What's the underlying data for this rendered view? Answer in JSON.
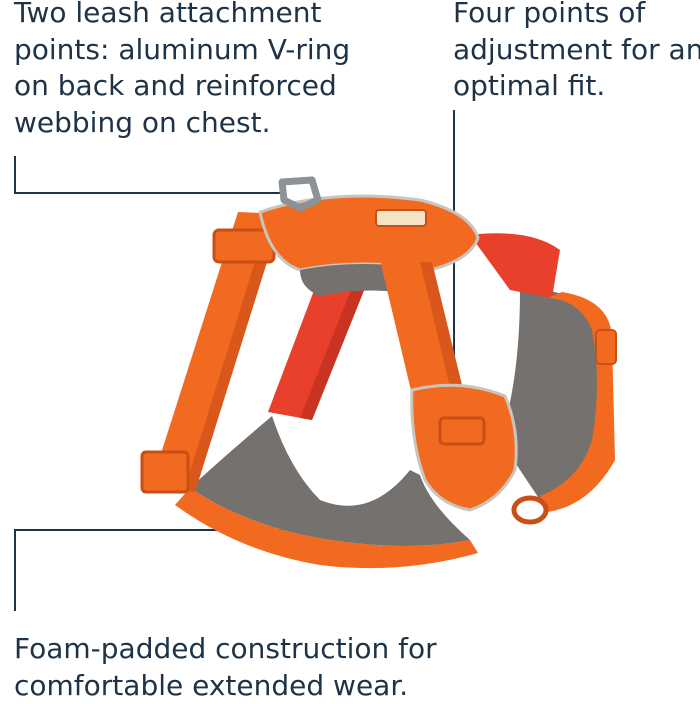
{
  "callouts": {
    "leash_points": {
      "lines": [
        "Two leash attachment",
        "points: aluminum V-ring",
        "on back and reinforced",
        "webbing on chest."
      ]
    },
    "adjustment": {
      "lines": [
        "Four points of",
        "adjustment for an",
        "optimal fit."
      ]
    },
    "padding": {
      "lines": [
        "Foam-padded construction for",
        "comfortable extended wear."
      ]
    }
  },
  "product": {
    "name": "dog-harness",
    "colors": {
      "webbing_orange": "#f26a1f",
      "webbing_red": "#e8402a",
      "padding_gray": "#74716f",
      "trim_light": "#c9c4bd",
      "hardware": "#8d9297"
    }
  }
}
